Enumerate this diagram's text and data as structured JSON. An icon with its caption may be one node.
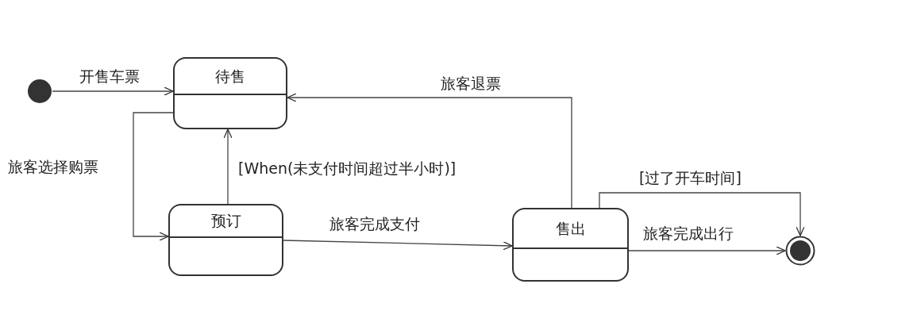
{
  "diagram": {
    "nodes": [
      {
        "text": [],
        "shape": "circle"
      },
      {
        "text": [
          "待售"
        ]
      },
      {
        "text": [
          "预订"
        ]
      },
      {
        "text": [
          "售出"
        ]
      },
      {
        "text": [],
        "shape": "circle"
      }
    ],
    "edges": [
      {
        "from": 0,
        "to": 1,
        "arrow": "to",
        "label": "开售车票"
      },
      {
        "from": 1,
        "to": 2,
        "arrow": "to",
        "label": "旅客选择购票"
      },
      {
        "from": 2,
        "to": 1,
        "arrow": "to",
        "label": "[When(未支付时间超过半小时)]"
      },
      {
        "from": 2,
        "to": 3,
        "arrow": "to",
        "label": "旅客完成支付"
      },
      {
        "from": 3,
        "to": 1,
        "arrow": "to",
        "label": "旅客退票"
      },
      {
        "from": 3,
        "to": 4,
        "arrow": "to",
        "label": "[过了开车时间]"
      },
      {
        "from": 3,
        "to": 4,
        "arrow": "to",
        "label": "旅客完成出行"
      }
    ]
  }
}
